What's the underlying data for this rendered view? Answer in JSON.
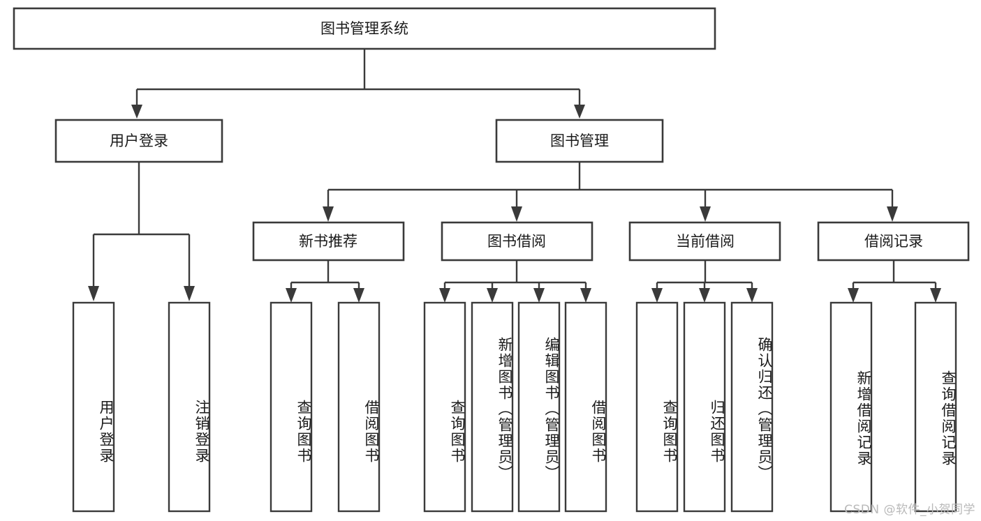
{
  "diagram": {
    "type": "tree-hierarchy",
    "title_node": {
      "label": "图书管理系统"
    },
    "level2": [
      {
        "id": "user-login",
        "label": "用户登录"
      },
      {
        "id": "book-manage",
        "label": "图书管理"
      }
    ],
    "level3": [
      {
        "id": "new-book-recommend",
        "label": "新书推荐",
        "parent": "book-manage"
      },
      {
        "id": "book-borrow",
        "label": "图书借阅",
        "parent": "book-manage"
      },
      {
        "id": "current-borrow",
        "label": "当前借阅",
        "parent": "book-manage"
      },
      {
        "id": "borrow-record",
        "label": "借阅记录",
        "parent": "book-manage"
      }
    ],
    "leaves": [
      {
        "id": "leaf-user-login",
        "label": "用户登录",
        "parent": "user-login"
      },
      {
        "id": "leaf-user-logout",
        "label": "注销登录",
        "parent": "user-login"
      },
      {
        "id": "leaf-query-book-1",
        "label": "查询图书",
        "parent": "new-book-recommend"
      },
      {
        "id": "leaf-borrow-book-1",
        "label": "借阅图书",
        "parent": "new-book-recommend"
      },
      {
        "id": "leaf-query-book-2",
        "label": "查询图书",
        "parent": "book-borrow"
      },
      {
        "id": "leaf-add-book",
        "label": "新增图书（管理员）",
        "parent": "book-borrow"
      },
      {
        "id": "leaf-edit-book",
        "label": "编辑图书（管理员）",
        "parent": "book-borrow"
      },
      {
        "id": "leaf-borrow-book-2",
        "label": "借阅图书",
        "parent": "book-borrow"
      },
      {
        "id": "leaf-query-book-3",
        "label": "查询图书",
        "parent": "current-borrow"
      },
      {
        "id": "leaf-return-book",
        "label": "归还图书",
        "parent": "current-borrow"
      },
      {
        "id": "leaf-confirm-return",
        "label": "确认归还（管理员）",
        "parent": "current-borrow"
      },
      {
        "id": "leaf-add-record",
        "label": "新增借阅记录",
        "parent": "borrow-record"
      },
      {
        "id": "leaf-query-record",
        "label": "查询借阅记录",
        "parent": "borrow-record"
      }
    ],
    "colors": {
      "stroke": "#3a3a3a",
      "fill": "#ffffff",
      "text": "#1a1a1a",
      "watermark": "#b9b9b9"
    }
  },
  "watermark": {
    "text": "CSDN @软件_小贺同学"
  }
}
